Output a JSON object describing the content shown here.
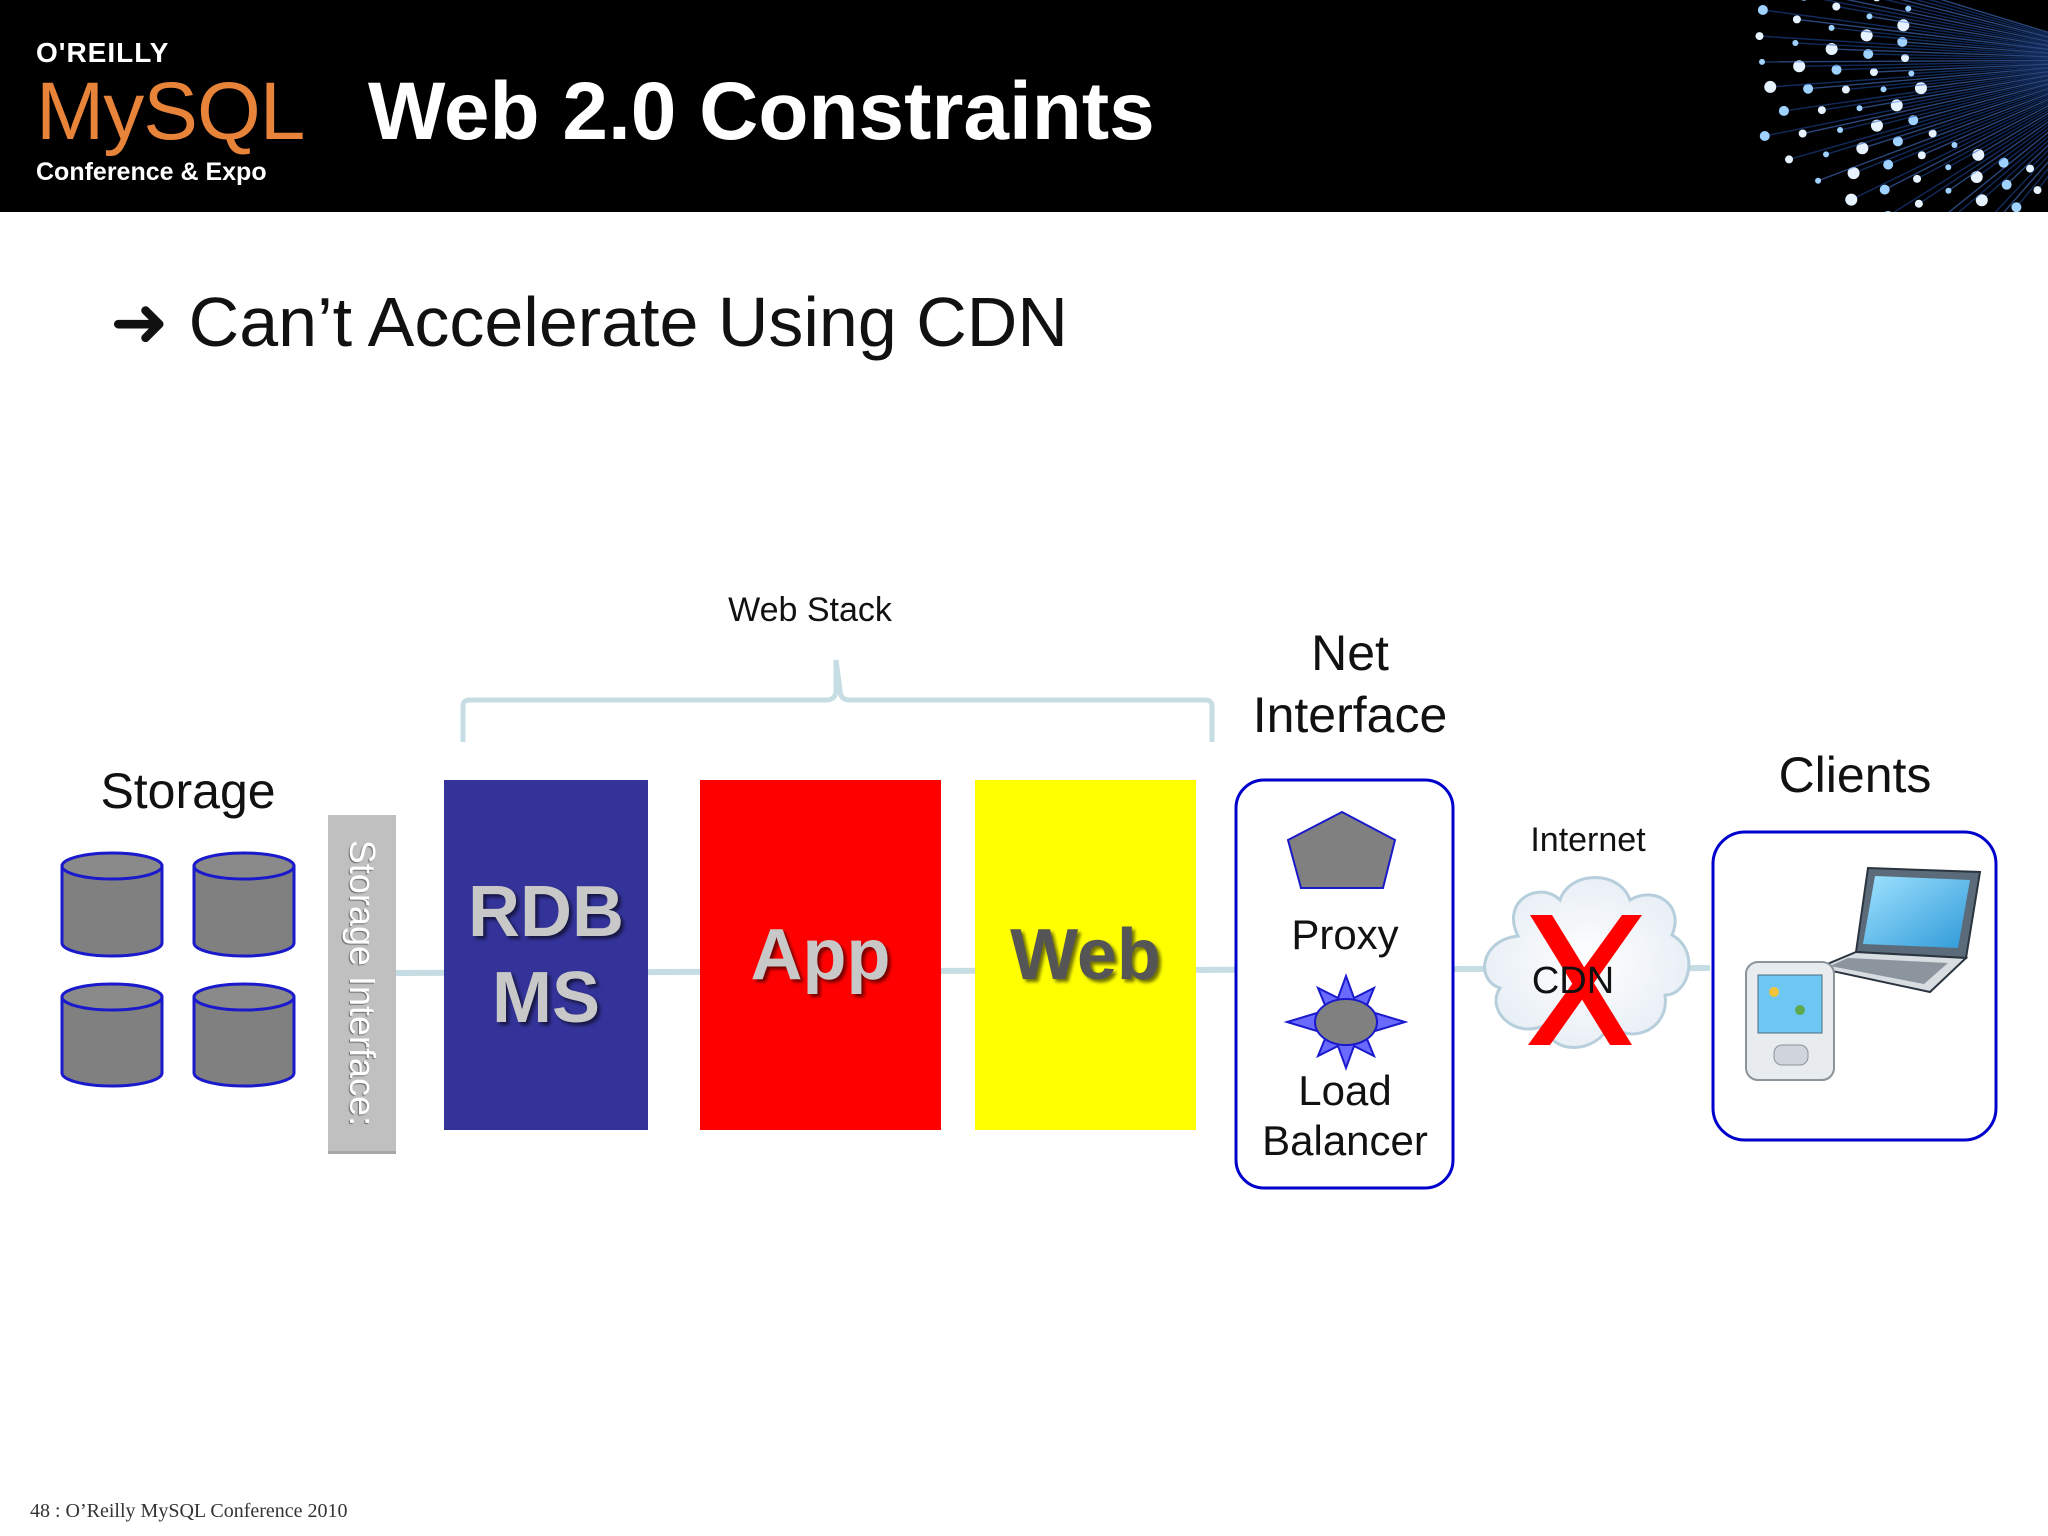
{
  "header": {
    "logo": {
      "publisher": "O'REILLY",
      "product": "MySQL",
      "event": "Conference & Expo",
      "product_color": "#e8833a"
    },
    "title": "Web 2.0 Constraints"
  },
  "bullet": {
    "icon": "arrow-right-icon",
    "text": "Can’t Accelerate Using CDN"
  },
  "diagram": {
    "web_stack_label": "Web Stack",
    "storage": {
      "label": "Storage",
      "disk_icon": "database-cylinder-icon",
      "disk_count": 4
    },
    "storage_interface": "Storage  Interface:",
    "blocks": [
      {
        "id": "rdbms",
        "lines": [
          "RDB",
          "MS"
        ],
        "fill": "#333399",
        "text_color": "#c8c8c8"
      },
      {
        "id": "app",
        "lines": [
          "App"
        ],
        "fill": "#ff0000",
        "text_color": "#c8c8c8"
      },
      {
        "id": "web",
        "lines": [
          "Web"
        ],
        "fill": "#ffff00",
        "text_color": "#555555"
      }
    ],
    "net_interface": {
      "title_lines": [
        "Net",
        "Interface"
      ],
      "proxy": "Proxy",
      "proxy_icon": "pentagon-icon",
      "load_balancer_lines": [
        "Load",
        "Balancer"
      ],
      "load_balancer_icon": "starburst-icon",
      "box_border_color": "#0000cc"
    },
    "internet": {
      "label": "Internet",
      "cloud_icon": "cloud-icon",
      "cdn": "CDN",
      "crossed_out_icon": "x-mark-icon",
      "x_color": "#ff0000"
    },
    "clients": {
      "label": "Clients",
      "laptop_icon": "laptop-icon",
      "pda_icon": "pda-icon"
    }
  },
  "footer": "48 : O’Reilly MySQL Conference 2010"
}
